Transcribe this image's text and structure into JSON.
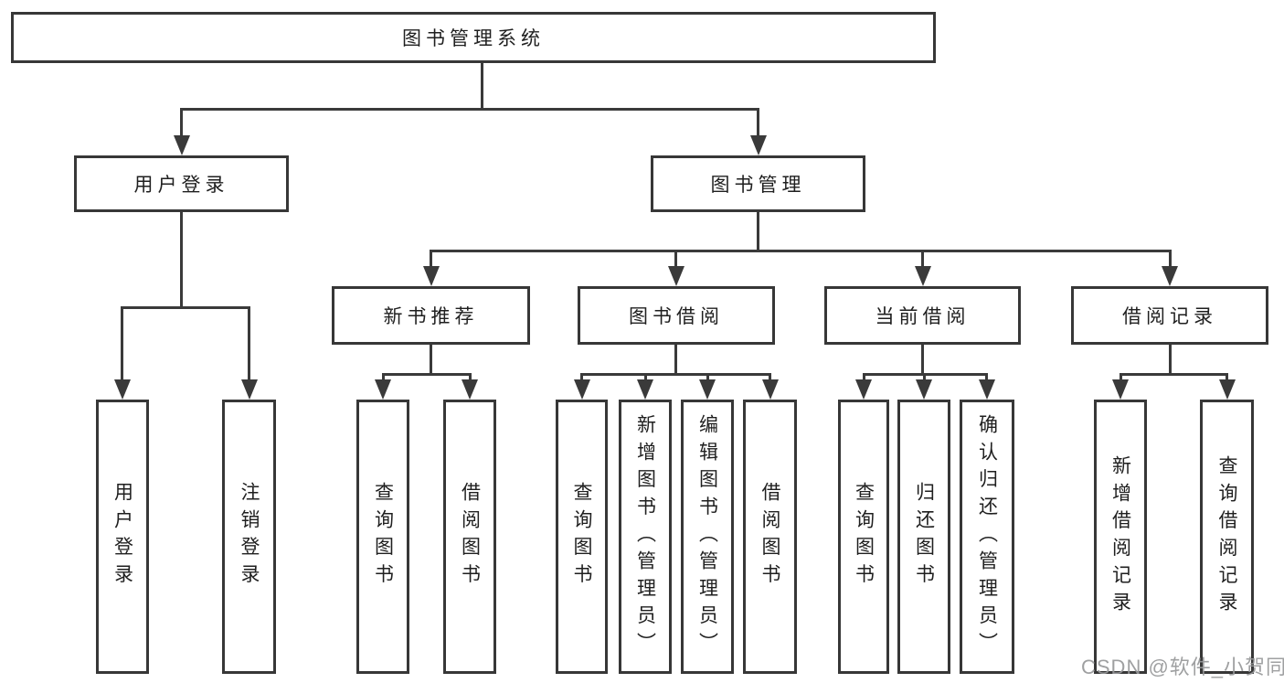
{
  "tree": {
    "label": "图书管理系统",
    "children": [
      {
        "label": "用户登录",
        "children": [
          {
            "label": "用户登录"
          },
          {
            "label": "注销登录"
          }
        ]
      },
      {
        "label": "图书管理",
        "children": [
          {
            "label": "新书推荐",
            "children": [
              {
                "label": "查询图书"
              },
              {
                "label": "借阅图书"
              }
            ]
          },
          {
            "label": "图书借阅",
            "children": [
              {
                "label": "查询图书"
              },
              {
                "label": "新增图书（管理员）"
              },
              {
                "label": "编辑图书（管理员）"
              },
              {
                "label": "借阅图书"
              }
            ]
          },
          {
            "label": "当前借阅",
            "children": [
              {
                "label": "查询图书"
              },
              {
                "label": "归还图书"
              },
              {
                "label": "确认归还（管理员）"
              }
            ]
          },
          {
            "label": "借阅记录",
            "children": [
              {
                "label": "新增借阅记录"
              },
              {
                "label": "查询借阅记录"
              }
            ]
          }
        ]
      }
    ]
  },
  "watermark": {
    "text": "CSDN @软件_小贺同学"
  },
  "colors": {
    "line": "#3a3a3a",
    "box_border": "#373737",
    "text": "#1f1f1f",
    "watermark": "#97989a",
    "background": "#ffffff"
  }
}
